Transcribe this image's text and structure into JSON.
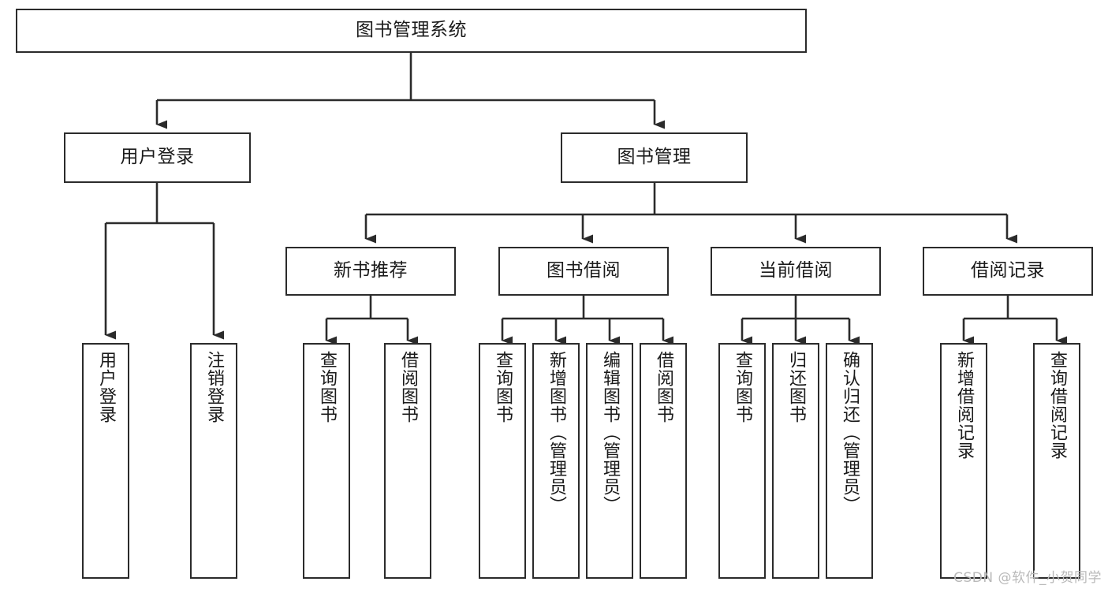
{
  "diagram": {
    "title": "图书管理系统",
    "type": "hierarchy-tree",
    "watermark": "CSDN @软件_小贺同学",
    "colors": {
      "background": "#ffffff",
      "border": "#2b2b2b",
      "text": "#1a1a1a",
      "connector": "#2b2b2b",
      "watermark": "#b9b9b9"
    },
    "root": {
      "label": "图书管理系统"
    },
    "level1": [
      {
        "label": "用户登录"
      },
      {
        "label": "图书管理"
      }
    ],
    "level2": [
      {
        "label": "新书推荐"
      },
      {
        "label": "图书借阅"
      },
      {
        "label": "当前借阅"
      },
      {
        "label": "借阅记录"
      }
    ],
    "leaves": {
      "user_login": [
        {
          "label": "用户登录"
        },
        {
          "label": "注销登录"
        }
      ],
      "new_book_recommend": [
        {
          "label": "查询图书"
        },
        {
          "label": "借阅图书"
        }
      ],
      "book_borrow": [
        {
          "label": "查询图书"
        },
        {
          "label": "新增图书（管理员）"
        },
        {
          "label": "编辑图书（管理员）"
        },
        {
          "label": "借阅图书"
        }
      ],
      "current_borrow": [
        {
          "label": "查询图书"
        },
        {
          "label": "归还图书"
        },
        {
          "label": "确认归还（管理员）"
        }
      ],
      "borrow_record": [
        {
          "label": "新增借阅记录"
        },
        {
          "label": "查询借阅记录"
        }
      ]
    }
  }
}
